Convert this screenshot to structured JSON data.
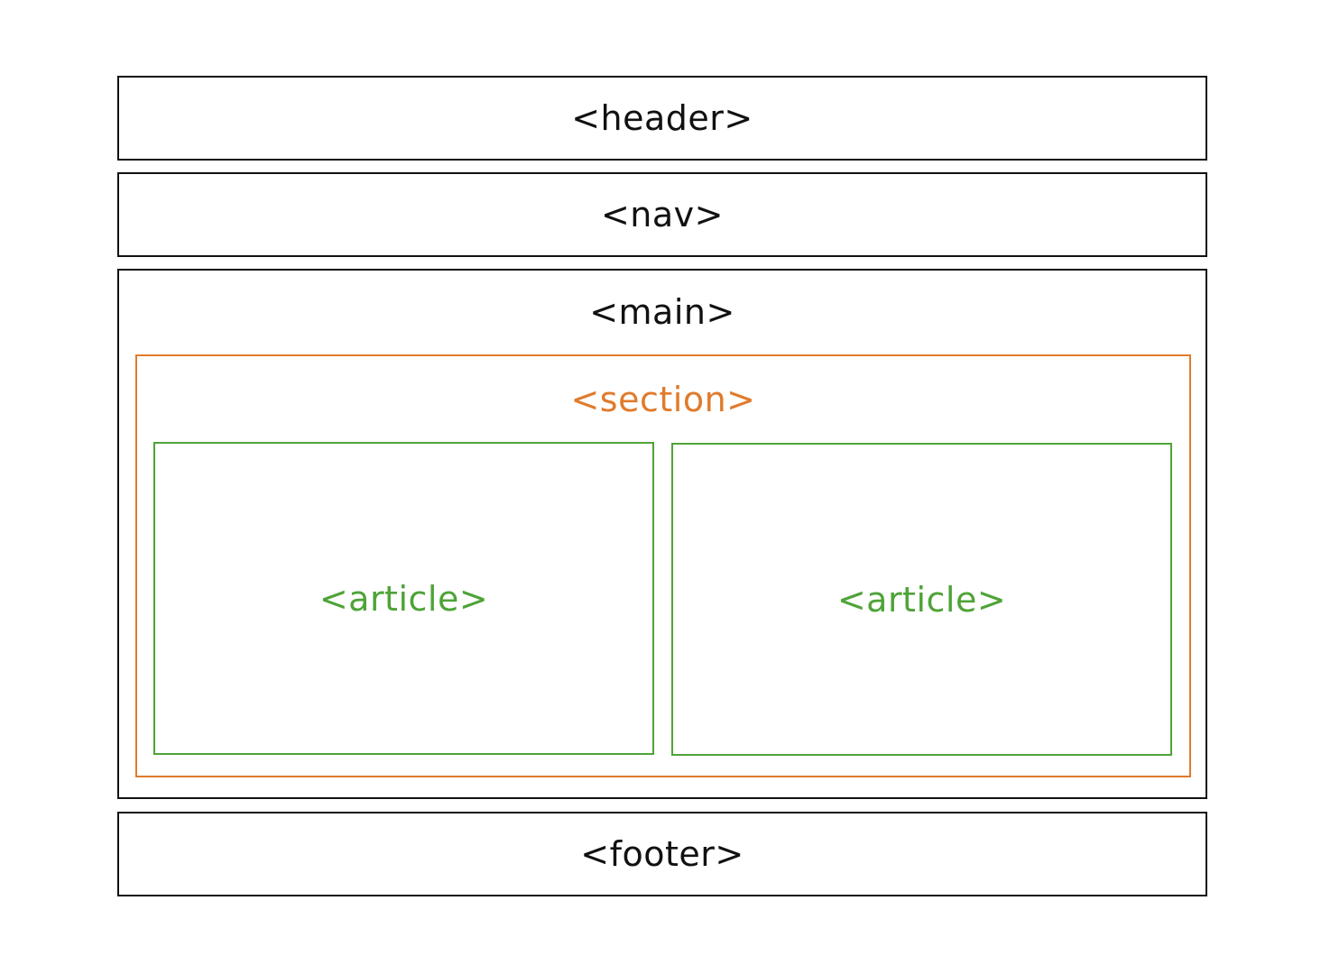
{
  "diagram": {
    "header": {
      "label": "<header>"
    },
    "nav": {
      "label": "<nav>"
    },
    "main": {
      "label": "<main>",
      "section": {
        "label": "<section>",
        "articles": [
          {
            "label": "<article>"
          },
          {
            "label": "<article>"
          }
        ]
      }
    },
    "footer": {
      "label": "<footer>"
    }
  },
  "colors": {
    "default_stroke": "#111111",
    "section_stroke": "#e07b2c",
    "article_stroke": "#4ea337"
  }
}
